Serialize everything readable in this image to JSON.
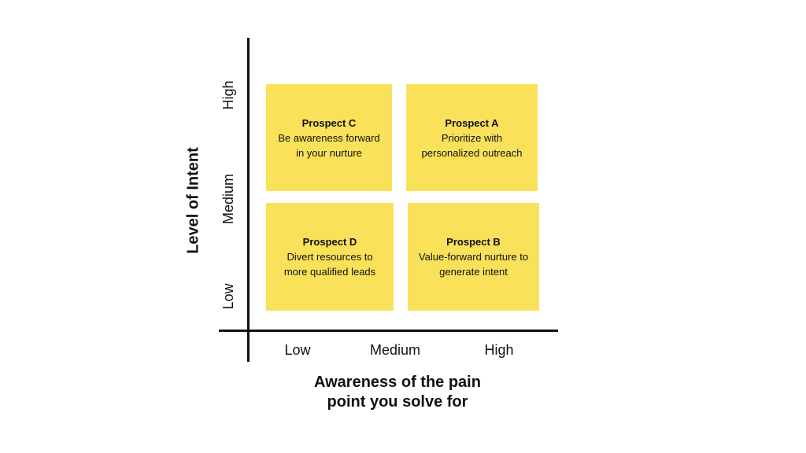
{
  "colors": {
    "quadrant_fill": "#F9E15A",
    "axis": "#111111",
    "text": "#111111"
  },
  "axes": {
    "x_label_line1": "Awareness of the pain",
    "x_label_line2": "point you solve for",
    "y_label": "Level of Intent",
    "x_ticks": [
      "Low",
      "Medium",
      "High"
    ],
    "y_ticks": [
      "High",
      "Medium",
      "Low"
    ]
  },
  "quadrants": {
    "c": {
      "title": "Prospect C",
      "line1": "Be awareness forward",
      "line2": "in your nurture"
    },
    "a": {
      "title": "Prospect A",
      "line1": "Prioritize with",
      "line2": "personalized outreach"
    },
    "d": {
      "title": "Prospect D",
      "line1": "Divert resources to",
      "line2": "more qualified leads"
    },
    "b": {
      "title": "Prospect B",
      "line1": "Value-forward nurture to",
      "line2": "generate intent"
    }
  }
}
